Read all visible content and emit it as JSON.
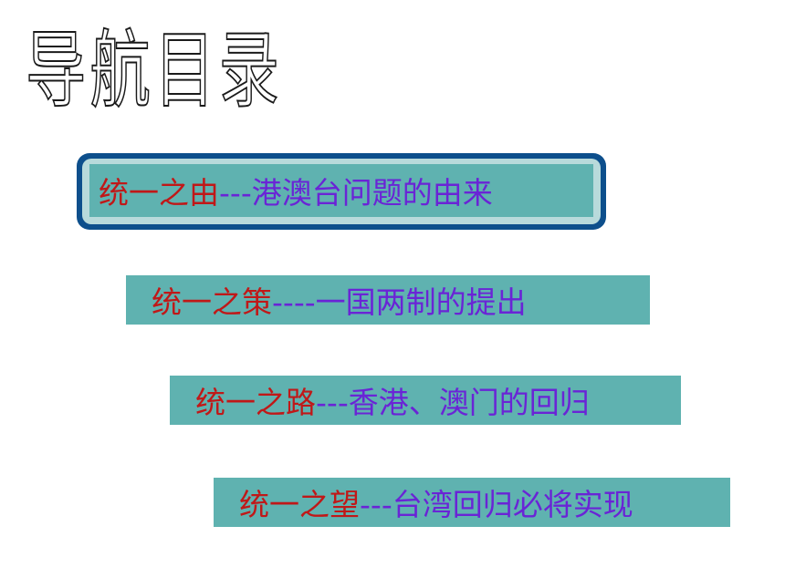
{
  "title": "导航目录",
  "items": [
    {
      "lead": "统一之由",
      "rest": "---港澳台问题的由来"
    },
    {
      "lead": "统一之策",
      "rest": "----一国两制的提出"
    },
    {
      "lead": "统一之路",
      "rest": "---香港、澳门的回归"
    },
    {
      "lead": "统一之望",
      "rest": "---台湾回归必将实现"
    }
  ],
  "colors": {
    "background": "#ffffff",
    "bar": "#5fb2b0",
    "bar_frame": "#0d4f8c",
    "lead_text": "#c01818",
    "rest_text": "#6a24d6"
  }
}
